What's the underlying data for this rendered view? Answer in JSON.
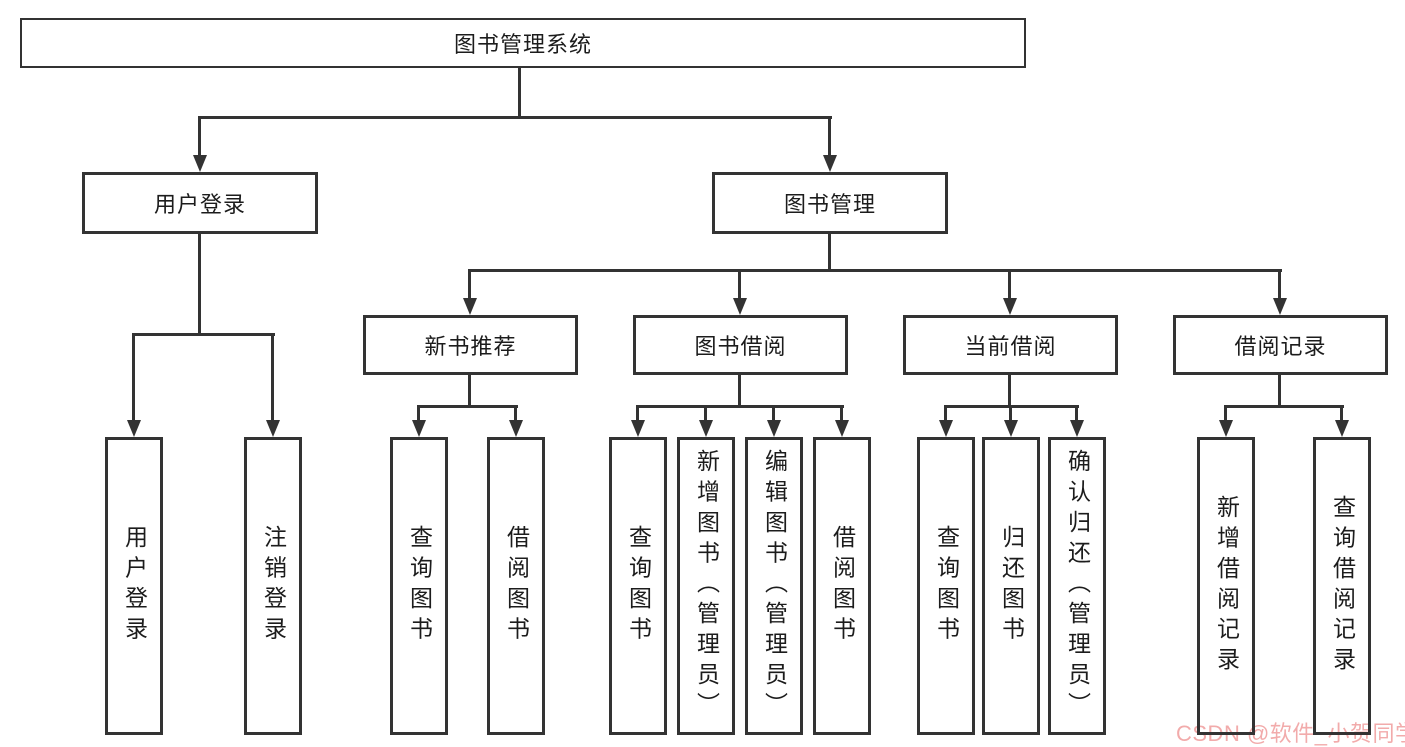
{
  "diagram": {
    "title": "图书管理系统",
    "watermark": "CSDN @软件_小贺同学",
    "colors": {
      "line": "#333333",
      "text": "#1c1c1c",
      "watermark": "#f2abab",
      "background": "#ffffff"
    },
    "nodes": {
      "root": {
        "label": "图书管理系统"
      },
      "user_login": {
        "label": "用户登录"
      },
      "book_mgmt": {
        "label": "图书管理"
      },
      "new_book_rec": {
        "label": "新书推荐"
      },
      "book_borrow": {
        "label": "图书借阅"
      },
      "current_borrow": {
        "label": "当前借阅"
      },
      "borrow_records": {
        "label": "借阅记录"
      },
      "leaf_login": {
        "label": "用户登录"
      },
      "leaf_logout": {
        "label": "注销登录"
      },
      "nbr_query": {
        "label": "查询图书"
      },
      "nbr_borrow": {
        "label": "借阅图书"
      },
      "bb_query": {
        "label": "查询图书"
      },
      "bb_add": {
        "label": "新增图书（管理员）"
      },
      "bb_edit": {
        "label": "编辑图书（管理员）"
      },
      "bb_borrow": {
        "label": "借阅图书"
      },
      "cb_query": {
        "label": "查询图书"
      },
      "cb_return": {
        "label": "归还图书"
      },
      "cb_confirm": {
        "label": "确认归还（管理员）"
      },
      "br_add": {
        "label": "新增借阅记录"
      },
      "br_query": {
        "label": "查询借阅记录"
      }
    }
  }
}
